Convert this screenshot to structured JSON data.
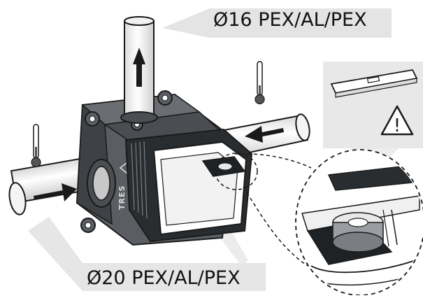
{
  "callouts": {
    "top": "Ø16 PEX/AL/PEX",
    "bottom": "Ø20 PEX/AL/PEX"
  },
  "embossed_text": "TRES",
  "warning_symbol": "!",
  "icons": [
    "thermometer-icon",
    "spirit-level-icon",
    "warning-triangle-icon",
    "arrow-up-icon",
    "arrow-right-icon",
    "arrow-left-icon",
    "triangle-mark-icon"
  ],
  "colors": {
    "line": "#1a1a1a",
    "callout_band": "#e4e4e4",
    "mixer_body": "#5a5e62",
    "mixer_body_dark": "#3e4246",
    "pipe_fill": "#ffffff",
    "thermometer_bulb": "#555555"
  }
}
